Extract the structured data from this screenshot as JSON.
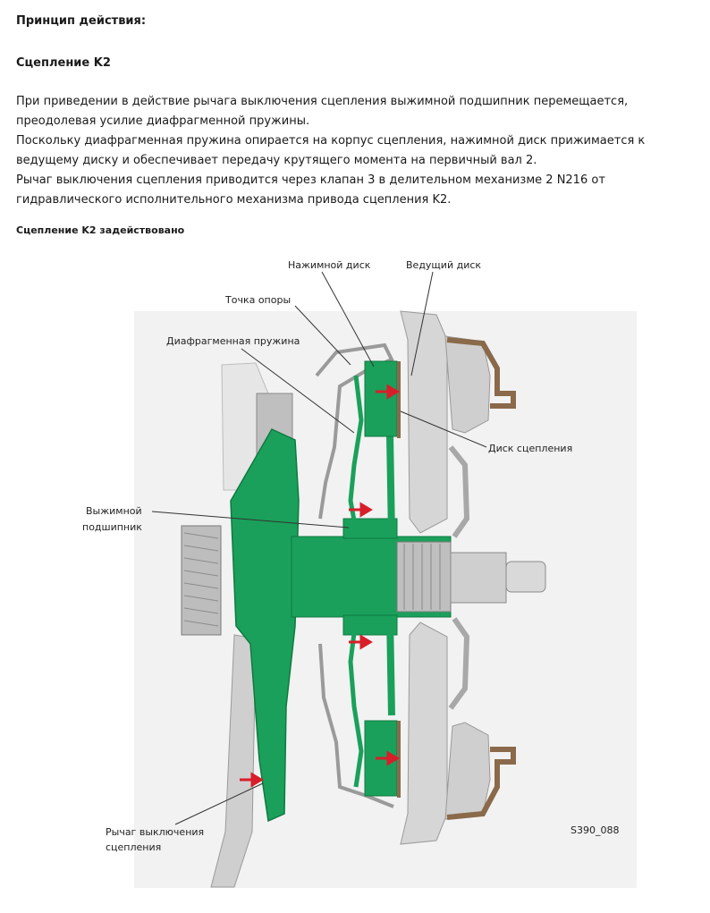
{
  "heading": "Принцип действия:",
  "subheading": "Сцепление K2",
  "paragraphs": [
    "При приведении в действие рычага выключения сцепления выжимной подшипник перемещается, преодолевая усилие диафрагменной пружины.",
    "Поскольку диафрагменная пружина опирается на корпус сцепления, нажимной диск прижимается к ведущему диску и обеспечивает передачу крутящего момента на первичный вал 2.",
    "Рычаг выключения сцепления приводится через клапан 3 в делительном механизме 2  N216 от гидравлического исполнительного механизма привода сцепления K2."
  ],
  "figure_caption": "Сцепление K2 задействовано",
  "figure": {
    "labels": {
      "pressure_plate": "Нажимной диск",
      "drive_plate": "Ведущий диск",
      "pivot_point": "Точка опоры",
      "diaphragm_spring": "Диафрагменная пружина",
      "clutch_disc": "Диск сцепления",
      "release_bearing_1": "Выжимной",
      "release_bearing_2": "подшипник",
      "release_lever_1": "Рычаг выключения",
      "release_lever_2": "сцепления"
    },
    "figure_id": "S390_088",
    "colors": {
      "active_part": "#1aa05a",
      "housing": "#c9c9c9",
      "arrow": "#d81e2a",
      "brown": "#8a6a4a"
    }
  }
}
